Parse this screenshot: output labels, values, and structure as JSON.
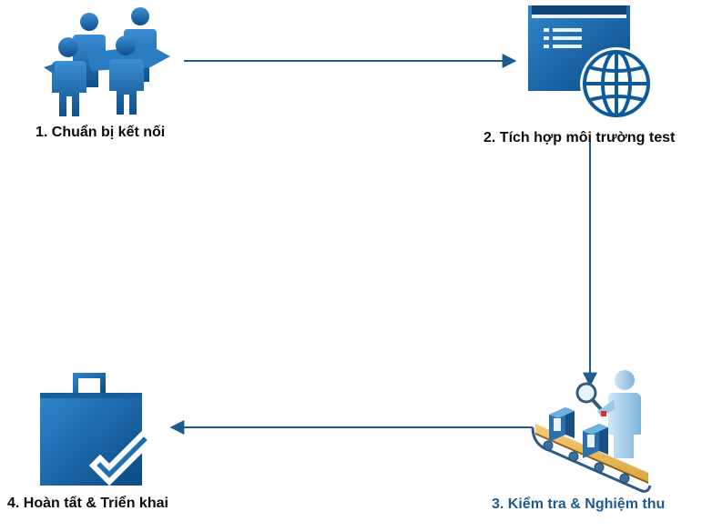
{
  "steps": [
    {
      "label": "1. Chuẩn bị kết nối",
      "icon": "people-icon"
    },
    {
      "label": "2. Tích hợp môi trường test",
      "icon": "web-globe-icon"
    },
    {
      "label": "3. Kiểm tra & Nghiệm thu",
      "icon": "inspection-conveyor-icon"
    },
    {
      "label": "4. Hoàn tất & Triển khai",
      "icon": "shopping-bag-check-icon"
    }
  ],
  "colors": {
    "icon_blue": "#1f6fb2",
    "icon_blue_dark": "#0e4f8b",
    "arrow": "#1f5b8f",
    "step3_label": "#1f5b8f",
    "label_default": "#0a0a0a"
  }
}
